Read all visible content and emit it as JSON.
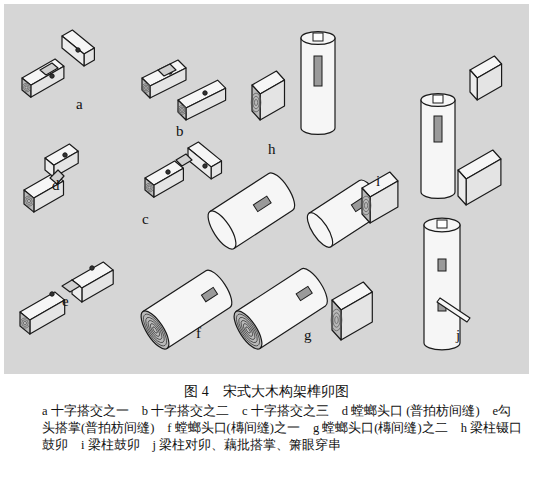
{
  "diagram": {
    "title": "图 4　宋式大木构架榫卯图",
    "caption": "a 十字搭交之一　b 十字搭交之二　c 十字搭交之三　d 螳螂头口 (普拍枋间缝)　e勾头搭掌(普拍枋间缝)　f 螳螂头口(槫间缝)之一　g 螳螂头口(槫间缝)之二　h 梁柱镊口鼓卯　i 梁柱鼓卯　j 梁柱对卯、藕批搭掌、箫眼穿串",
    "labels": [
      "a",
      "b",
      "c",
      "d",
      "e",
      "f",
      "g",
      "h",
      "i",
      "j"
    ]
  }
}
